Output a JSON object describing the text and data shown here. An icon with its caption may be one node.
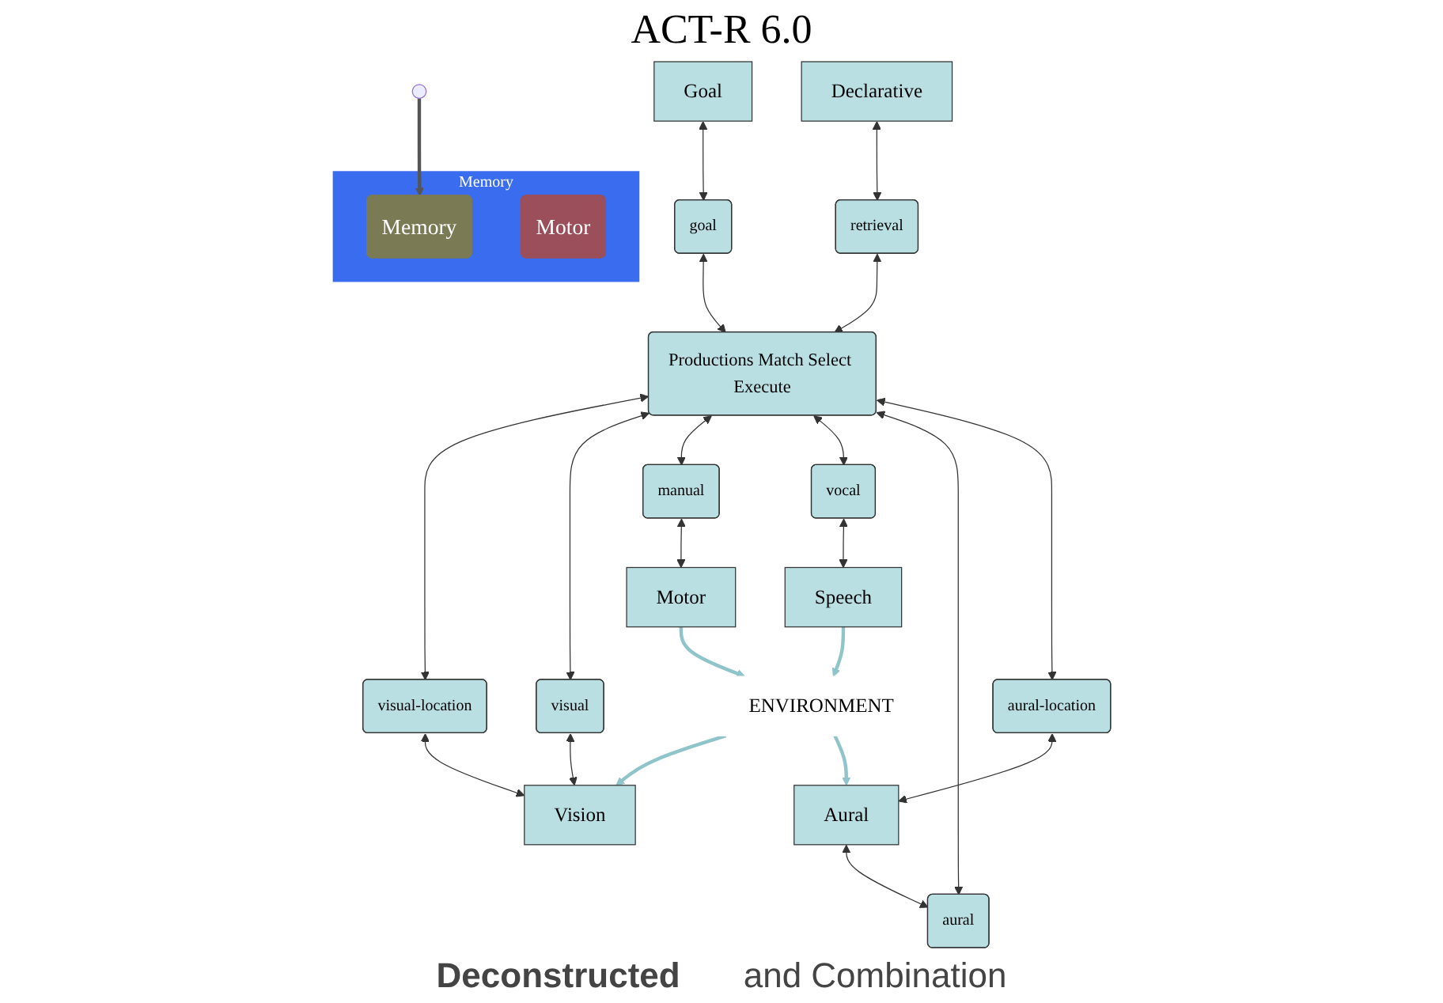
{
  "diagram": {
    "title": "ACT-R 6.0",
    "nodes": [
      {
        "text": [
          "Memory"
        ]
      },
      {
        "text": [
          "Memory"
        ],
        "in": 0
      },
      {
        "text": [
          "Motor"
        ],
        "in": 0
      },
      {
        "text": [
          "Goal"
        ]
      },
      {
        "text": [
          "goal"
        ]
      },
      {
        "text": [
          "Declarative"
        ]
      },
      {
        "text": [
          "retrieval"
        ]
      },
      {
        "text": [
          "Productions Match Select Execute"
        ]
      },
      {
        "text": [
          "visual-location"
        ]
      },
      {
        "text": [
          "visual"
        ]
      },
      {
        "text": [
          "manual"
        ]
      },
      {
        "text": [
          "vocal"
        ]
      },
      {
        "text": [
          "aural-location"
        ]
      },
      {
        "text": [
          "aural"
        ]
      },
      {
        "text": [
          "Vision"
        ]
      },
      {
        "text": [
          "Motor"
        ]
      },
      {
        "text": [
          "Speech"
        ]
      },
      {
        "text": [
          "Aural"
        ]
      },
      {
        "text": [
          "ENVIRONMENT"
        ]
      }
    ],
    "edges": [
      {
        "from": null,
        "to": 1,
        "arrow": "to",
        "style": "thick",
        "color": "#555555"
      },
      {
        "from": 3,
        "to": 4,
        "arrow": "both"
      },
      {
        "from": 4,
        "to": 7,
        "arrow": "both"
      },
      {
        "from": 5,
        "to": 6,
        "arrow": "both"
      },
      {
        "from": 6,
        "to": 7,
        "arrow": "both"
      },
      {
        "from": 7,
        "to": 8,
        "arrow": "both"
      },
      {
        "from": 7,
        "to": 9,
        "arrow": "both"
      },
      {
        "from": 7,
        "to": 10,
        "arrow": "both"
      },
      {
        "from": 7,
        "to": 11,
        "arrow": "both"
      },
      {
        "from": 7,
        "to": 13,
        "arrow": "both"
      },
      {
        "from": 7,
        "to": 12,
        "arrow": "both"
      },
      {
        "from": 8,
        "to": 14,
        "arrow": "both"
      },
      {
        "from": 9,
        "to": 14,
        "arrow": "both"
      },
      {
        "from": 10,
        "to": 15,
        "arrow": "both"
      },
      {
        "from": 11,
        "to": 16,
        "arrow": "both"
      },
      {
        "from": 12,
        "to": 17,
        "arrow": "both"
      },
      {
        "from": 17,
        "to": 13,
        "arrow": "both"
      },
      {
        "from": 18,
        "to": 14,
        "arrow": "to",
        "style": "thick",
        "color": "#8fc4ca"
      },
      {
        "from": 18,
        "to": 17,
        "arrow": "to",
        "style": "thick",
        "color": "#8fc4ca"
      },
      {
        "from": 15,
        "to": 18,
        "arrow": "to",
        "style": "thick",
        "color": "#8fc4ca"
      },
      {
        "from": 16,
        "to": 18,
        "arrow": "to",
        "style": "thick",
        "color": "#8fc4ca"
      }
    ],
    "labels": [
      "Deconstructed",
      "and Combination"
    ]
  }
}
